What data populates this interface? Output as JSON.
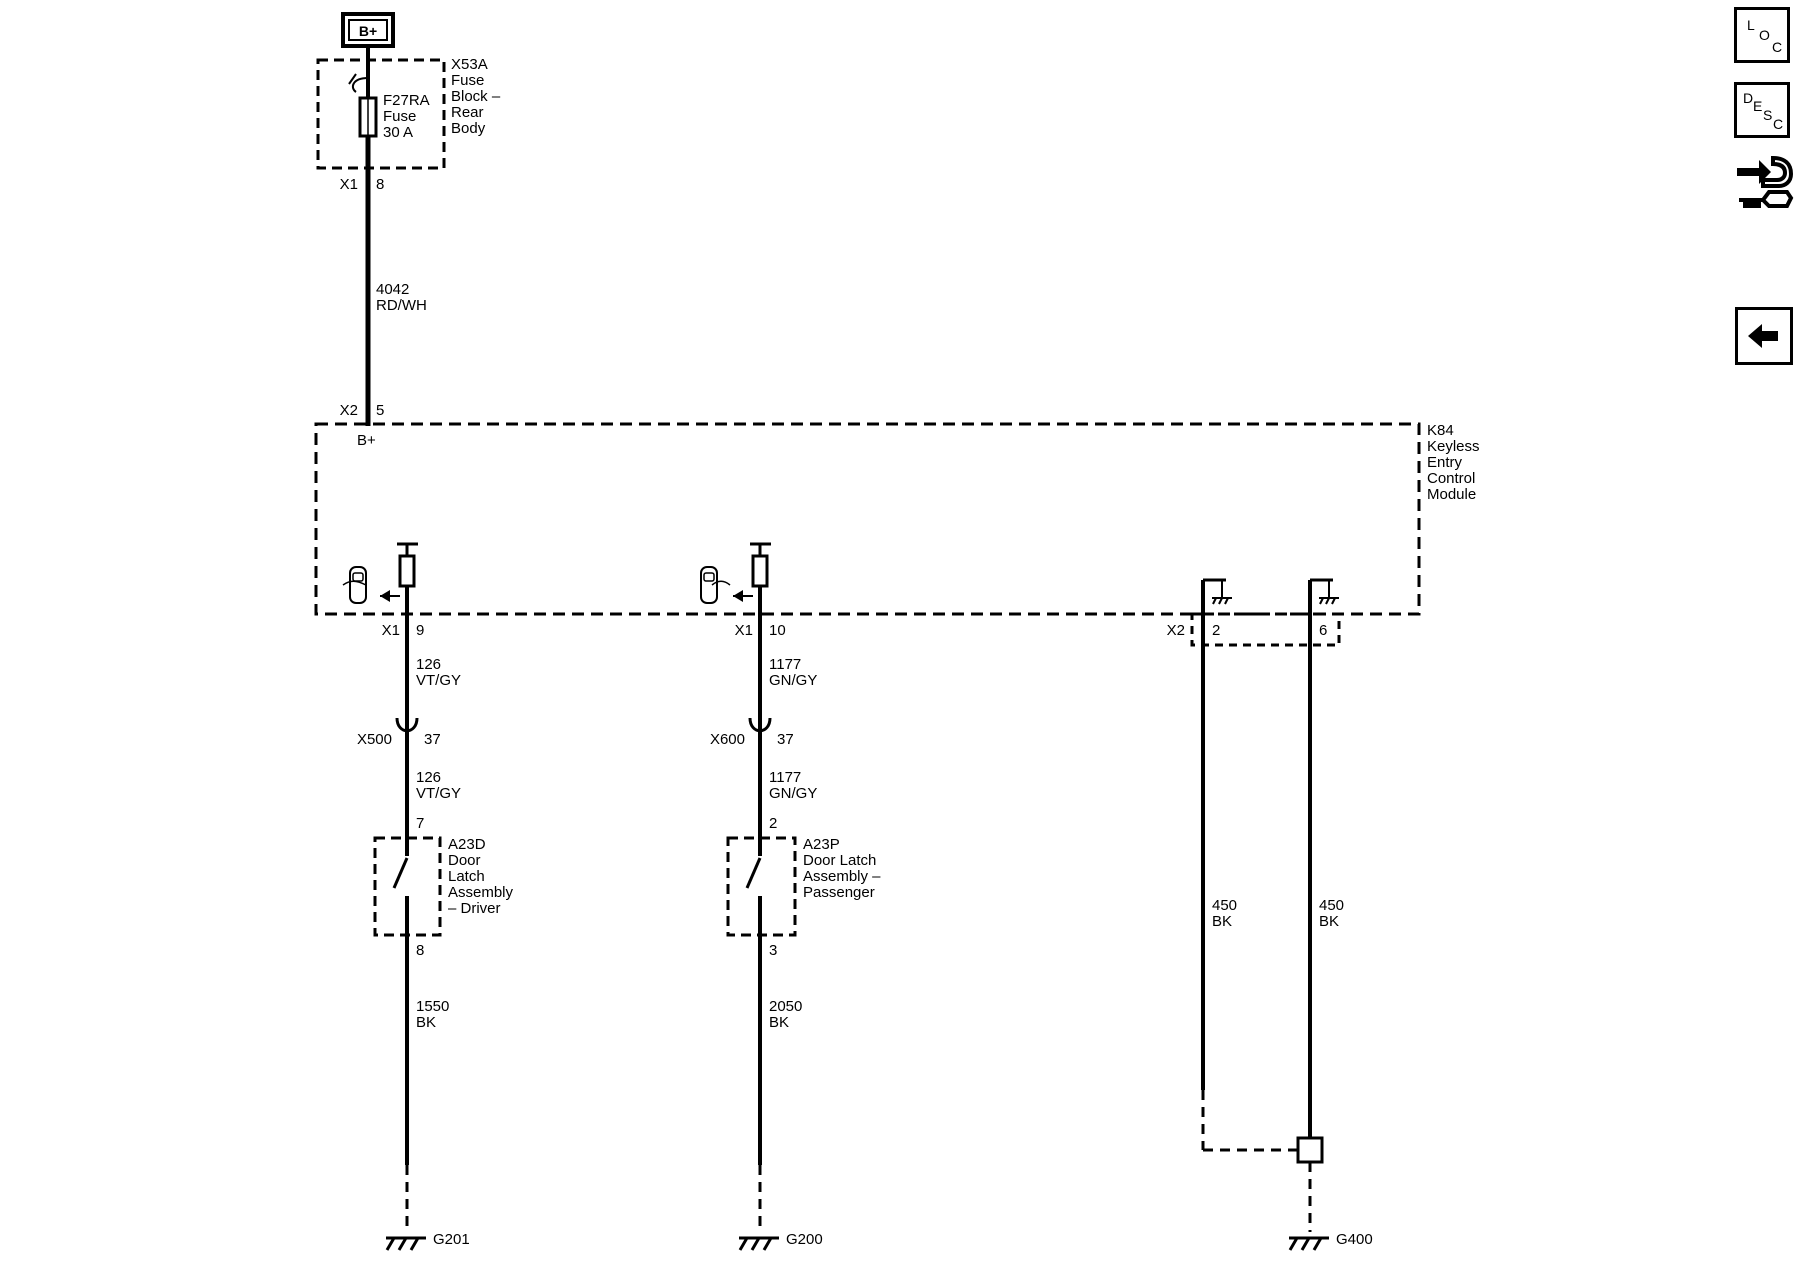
{
  "power": {
    "symbol": "B+"
  },
  "fuse_block": {
    "id": "X53A",
    "name_lines": [
      "Fuse",
      "Block –",
      "Rear",
      "Body"
    ],
    "fuse_lines": [
      "F27RA",
      "Fuse",
      "30 A"
    ],
    "connector": "X1",
    "pin": "8"
  },
  "feed_wire": {
    "circuit": "4042",
    "color": "RD/WH"
  },
  "module": {
    "connector": "X2",
    "pin": "5",
    "input_label": "B+",
    "id": "K84",
    "name_lines": [
      "Keyless",
      "Entry",
      "Control",
      "Module"
    ]
  },
  "driver": {
    "module_connector": "X1",
    "module_pin": "9",
    "wire_a": {
      "circuit": "126",
      "color": "VT/GY"
    },
    "inline_connector": "X500",
    "inline_pin": "37",
    "wire_b": {
      "circuit": "126",
      "color": "VT/GY"
    },
    "switch_pin_in": "7",
    "switch_id": "A23D",
    "switch_lines": [
      "Door",
      "Latch",
      "Assembly",
      "– Driver"
    ],
    "switch_pin_out": "8",
    "ground_wire": {
      "circuit": "1550",
      "color": "BK"
    },
    "ground": "G201"
  },
  "passenger": {
    "module_connector": "X1",
    "module_pin": "10",
    "wire_a": {
      "circuit": "1177",
      "color": "GN/GY"
    },
    "inline_connector": "X600",
    "inline_pin": "37",
    "wire_b": {
      "circuit": "1177",
      "color": "GN/GY"
    },
    "switch_pin_in": "2",
    "switch_id": "A23P",
    "switch_lines": [
      "Door Latch",
      "Assembly –",
      "Passenger"
    ],
    "switch_pin_out": "3",
    "ground_wire": {
      "circuit": "2050",
      "color": "BK"
    },
    "ground": "G200"
  },
  "module_ground": {
    "connector": "X2",
    "pin_a": "2",
    "pin_b": "6",
    "wire_a": {
      "circuit": "450",
      "color": "BK"
    },
    "wire_b": {
      "circuit": "450",
      "color": "BK"
    },
    "ground": "G400"
  },
  "side_buttons": {
    "loc": {
      "chars": [
        "L",
        "O",
        "C"
      ],
      "icon": "loc-letters-icon"
    },
    "desc": {
      "chars": [
        "D",
        "E",
        "S",
        "C"
      ],
      "icon": "desc-letters-icon"
    },
    "tools_icon": "connector-tools-icon",
    "back_icon": "back-arrow-icon"
  },
  "colors": {
    "line": "#000000",
    "background": "#ffffff"
  }
}
